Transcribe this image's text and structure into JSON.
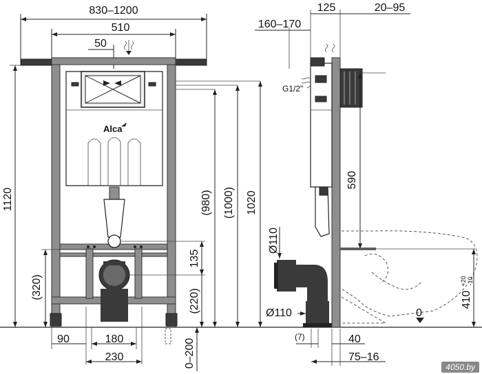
{
  "front_view": {
    "dim_width_range": "830–1200",
    "dim_frame_width": "510",
    "dim_button_offset": "50",
    "dim_total_height": "1120",
    "dim_980": "(980)",
    "dim_1000": "(1000)",
    "dim_1020": "1020",
    "dim_135": "135",
    "dim_220": "(220)",
    "dim_320": "(320)",
    "dim_0_200": "0–200",
    "dim_90": "90",
    "dim_180": "180",
    "dim_230": "230",
    "brand_logo": "Alca"
  },
  "side_view": {
    "dim_125": "125",
    "dim_20_95": "20–95",
    "dim_160_170": "160–170",
    "dim_g12": "G1/2\"",
    "dim_590": "590",
    "dim_d110_top": "Ø110",
    "dim_d110_bottom": "Ø110",
    "dim_7": "(7)",
    "dim_40": "40",
    "dim_75_16": "75–16",
    "dim_410": "410",
    "dim_410_plus": "+20",
    "dim_410_minus": "-10",
    "floor_zero": "0"
  },
  "watermark": "4050.by"
}
